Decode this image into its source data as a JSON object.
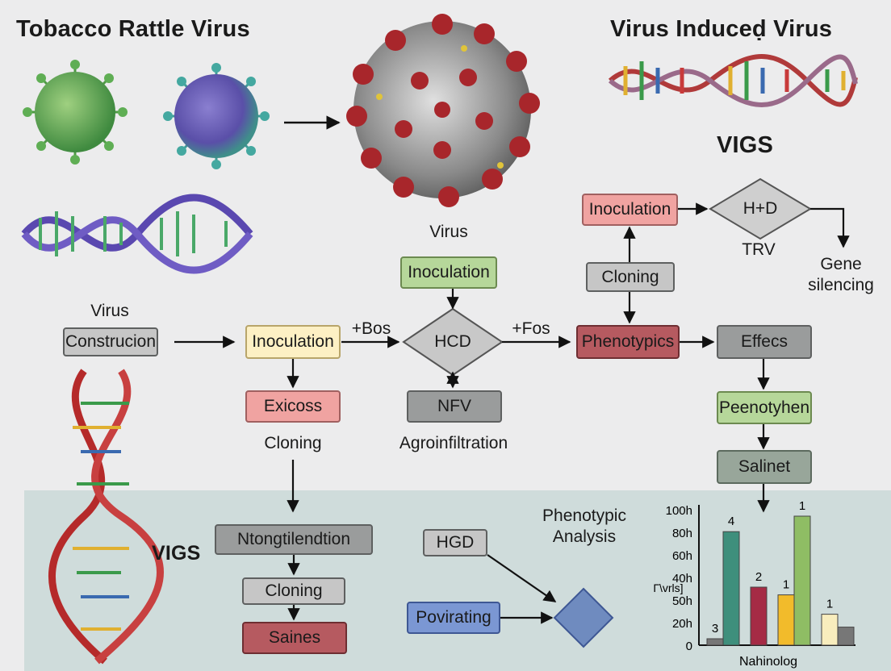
{
  "titles": {
    "left": "Tobacco Rattle Virus",
    "right": "Virus Induceḍ Virus",
    "vigs_top": "VIGS",
    "vigs_left": "VIGS"
  },
  "labels": {
    "virus_center": "Virus",
    "virus_left": "Virus",
    "trv": "TRV",
    "gene_silencing_1": "Gene",
    "gene_silencing_2": "silencing",
    "cloning_mid": "Cloning",
    "agroinfiltration": "Agroinfiltration",
    "plus_bos": "+Bos",
    "plus_fos": "+Fos",
    "phenotypic_1": "Phenotypic",
    "phenotypic_2": "Analysis"
  },
  "boxes": {
    "construction": "Construcion",
    "inoculation_main": "Inoculation",
    "inoculation_top_mid": "Inoculation",
    "inoculation_top_right": "Inoculation",
    "hcd": "HCD",
    "hd": "H+D",
    "nfv": "NFV",
    "excision": "Exicoss",
    "cloning_right": "Cloning",
    "phenotypics": "Phenotypics",
    "effects": "Effecs",
    "peenotyhen": "Peenotyhen",
    "salinet": "Salinet",
    "ntongtilendtion": "Ntongtilendtion",
    "cloning_bottom": "Cloning",
    "saines": "Saines",
    "hgd": "HGD",
    "povirating": "Povirating"
  },
  "colors": {
    "teal": "#3e8f7c",
    "crimson": "#a52b45",
    "amber": "#f2bb2b",
    "green": "#8fbd64",
    "cream": "#f8edbd",
    "gray": "#777777",
    "blue_diamond": "#6f8bbf"
  },
  "chart_data": {
    "type": "bar",
    "ylabel": "Г\\vrls]",
    "xlabel": "Nahinolog",
    "yticks": [
      "0",
      "20h",
      "50h",
      "40h",
      "60h",
      "80h",
      "100h"
    ],
    "ylim": [
      0,
      100
    ],
    "bars": [
      {
        "value": 5,
        "label": "3",
        "color": "#777777"
      },
      {
        "value": 88,
        "label": "4",
        "color": "#3e8f7c"
      },
      {
        "value": 45,
        "label": "2",
        "color": "#a52b45"
      },
      {
        "value": 39,
        "label": "1",
        "color": "#f2bb2b"
      },
      {
        "value": 100,
        "label": "1",
        "color": "#8fbd64"
      },
      {
        "value": 24,
        "label": "1",
        "color": "#f8edbd"
      },
      {
        "value": 14,
        "label": "",
        "color": "#777777"
      }
    ]
  }
}
